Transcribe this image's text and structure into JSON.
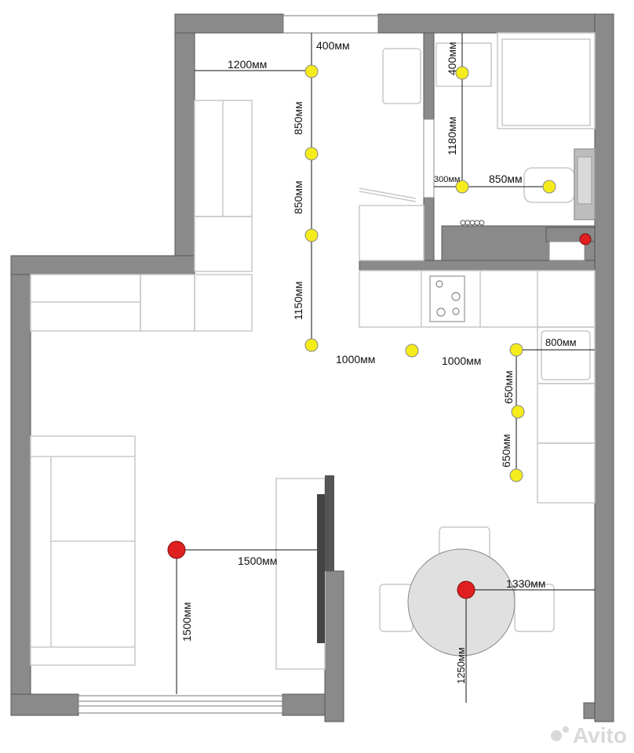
{
  "labels": {
    "top_window_width": "400мм",
    "top_left_offset": "1200мм",
    "vert_segment_1": "850мм",
    "vert_segment_2": "850мм",
    "vert_segment_3": "1150мм",
    "bath_top_offset": "400мм",
    "bath_vertical": "1180мм",
    "bath_small_offset": "300мм",
    "bath_horizontal": "850мм",
    "spacing_1": "1000мм",
    "spacing_2": "1000мм",
    "kitchen_offset": "800мм",
    "kitchen_seg_1": "650мм",
    "kitchen_seg_2": "650мм",
    "living_horizontal": "1500мм",
    "living_vertical": "1500мм",
    "table_horizontal": "1330мм",
    "table_vertical": "1250мм"
  },
  "watermark": "Avito",
  "colors": {
    "wall": "#8a8a8a",
    "furniture_stroke": "#c8c8c8",
    "spot_light": "#f5ec1c",
    "pendant_light": "#e02020",
    "table_fill": "#e0e0e0",
    "dark_panel": "#444444"
  }
}
